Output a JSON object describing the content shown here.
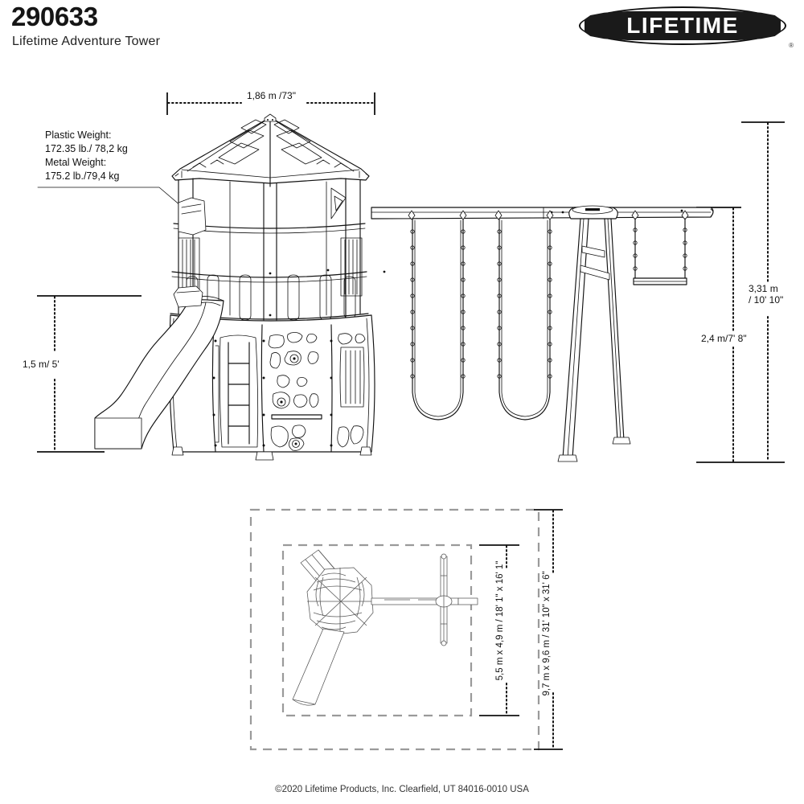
{
  "header": {
    "sku": "290633",
    "model_name": "Lifetime Adventure Tower",
    "logo": {
      "wordmark": "LIFETIME",
      "trademark": "®",
      "icon": "lifetime-oval-logo"
    }
  },
  "callouts": {
    "plastic_weight_label": "Plastic Weight:",
    "plastic_weight_value": "172.35 lb./ 78,2 kg",
    "metal_weight_label": "Metal Weight:",
    "metal_weight_value": "175.2 lb./79,4 kg"
  },
  "dimensions": {
    "tower_width": "1,86 m /73\"",
    "deck_height": "1,5 m/ 5'",
    "overall_height_line1": "3,31 m",
    "overall_height_line2": "/ 10' 10\"",
    "swing_beam_height": "2,4 m/7' 8\"",
    "unit_footprint": "5,5 m x 4,9 m / 18' 1\" x 16' 1\"",
    "safety_zone": "9,7 m x 9,6 m / 31' 10\" x 31' 6\""
  },
  "views": {
    "elevation": "front-elevation-view",
    "plan": "top-plan-view"
  },
  "components": {
    "roof": "peaked-octagonal-roof",
    "upper_deck": "upper-deck-railing",
    "slide": "wave-slide",
    "ladder": "access-ladder",
    "rock_wall": "rock-climbing-panel",
    "swing_beam": "swing-beam",
    "belt_swings": "belt-swing",
    "trapeze": "trapeze-bar",
    "a_frame": "a-frame-leg"
  },
  "footer": {
    "copyright": "©2020 Lifetime Products, Inc. Clearfield, UT 84016-0010 USA"
  }
}
